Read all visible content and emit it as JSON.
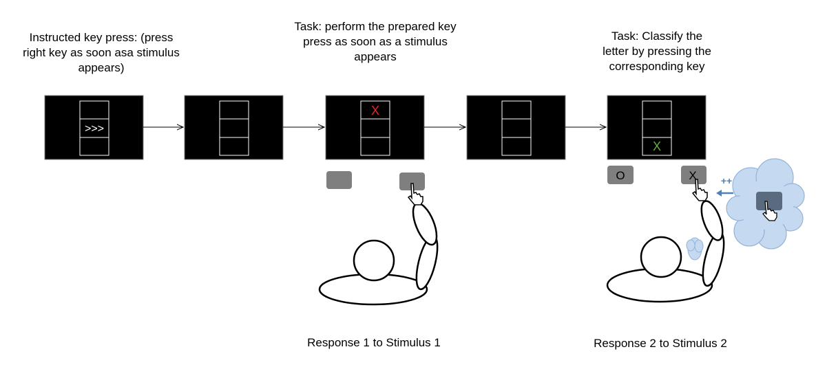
{
  "captions": {
    "screen1": "Instructed key press: (press right key as soon asa stimulus appears)",
    "screen3": "Task: perform the prepared key press as soon as a stimulus appears",
    "screen5": "Task: Classify the letter by pressing the corresponding key"
  },
  "stimuli": {
    "arrows": ">>>",
    "letter1": "X",
    "letter2": "X"
  },
  "keys": {
    "left_label": "O",
    "right_label": "X",
    "boost": "++"
  },
  "labels": {
    "response1": "Response 1 to Stimulus 1",
    "response2": "Response 2 to Stimulus 2"
  },
  "colors": {
    "stimulus1": "#e8282b",
    "stimulus2": "#63b043",
    "screen": "#000000",
    "key": "#7f7f7f",
    "cloud_fill": "#c5d9f1",
    "cloud_stroke": "#95b3d7",
    "arrow_blue": "#4f81bd"
  }
}
